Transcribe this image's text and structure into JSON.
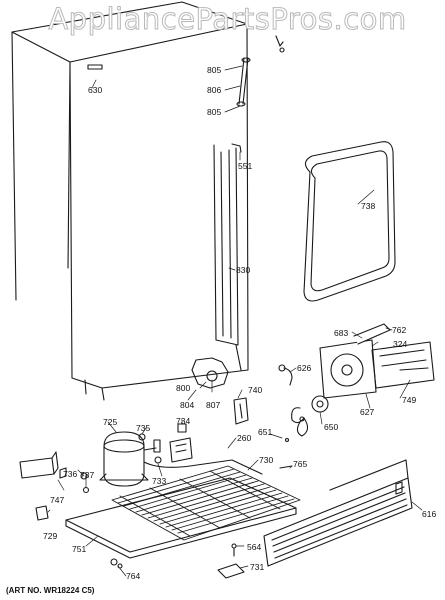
{
  "watermark": "AppliancePartsPros.com",
  "art_number": "(ART NO. WR18224 C5)",
  "labels": {
    "l805a": "805",
    "l806": "806",
    "l805b": "805",
    "l630": "630",
    "l551": "551",
    "l738": "738",
    "l830": "830",
    "l683": "683",
    "l762": "762",
    "l324": "324",
    "l626": "626",
    "l800": "800",
    "l740": "740",
    "l804": "804",
    "l807": "807",
    "l749": "749",
    "l627": "627",
    "l725": "725",
    "l735": "735",
    "l734": "734",
    "l260": "260",
    "l651": "651",
    "l650": "650",
    "l730": "730",
    "l733": "733",
    "l736": "736",
    "l737": "737",
    "l765": "765",
    "l747": "747",
    "l729": "729",
    "l751": "751",
    "l616": "616",
    "l564": "564",
    "l731": "731",
    "l764": "764"
  }
}
